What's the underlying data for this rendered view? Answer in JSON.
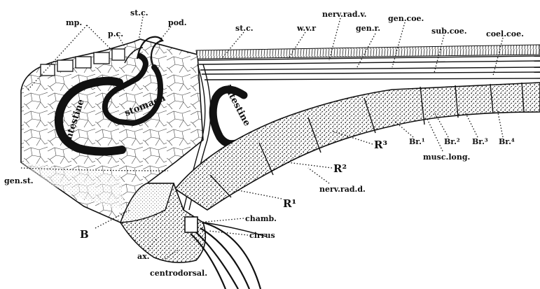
{
  "labels": {
    "mp": "mp.",
    "pc": "p.c.",
    "stc_top": "st.c.",
    "pod": "pod.",
    "stc_mid": "st.c.",
    "wvr": "w.v.r",
    "nerv_rad_v": "nerv.rad.v.",
    "gen_r": "gen.r.",
    "gen_coe": "gen.coe.",
    "sub_coe": "sub.coe.",
    "coel_coe": "coel.coe.",
    "r3": "R³",
    "br1": "Br.¹",
    "br2": "Br.²",
    "br3": "Br.³",
    "br4": "Br.⁴",
    "musc_long": "musc.long.",
    "r2": "R²",
    "gen_st": "gen.st.",
    "r1": "R¹",
    "nerv_rad_d": "nerv.rad.d.",
    "b": "B",
    "chamb": "chamb.",
    "cirrus": "cirrus",
    "ax": "ax.",
    "centrodorsal": "centrodorsal."
  },
  "organs": {
    "intestine_left": "intestine",
    "stomach": "stomach",
    "intestine_right": "intestine"
  }
}
